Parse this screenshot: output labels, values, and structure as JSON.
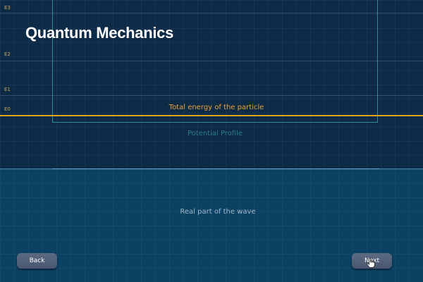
{
  "title": "Quantum Mechanics",
  "levels": [
    {
      "label": "E3"
    },
    {
      "label": "E2"
    },
    {
      "label": "E1"
    },
    {
      "label": "E0"
    }
  ],
  "energy_label": "Total energy of the particle",
  "potential_label": "Potential Profile",
  "wave_label": "Real part of the wave",
  "nav": {
    "back_label": "Back",
    "next_label": "Next"
  },
  "colors": {
    "energy_line": "#e3a21c",
    "upper_bg": "#0d2a47",
    "lower_bg": "#0b4163",
    "button": "#56647c"
  },
  "icons": {
    "cursor": "hand-pointer-icon"
  }
}
